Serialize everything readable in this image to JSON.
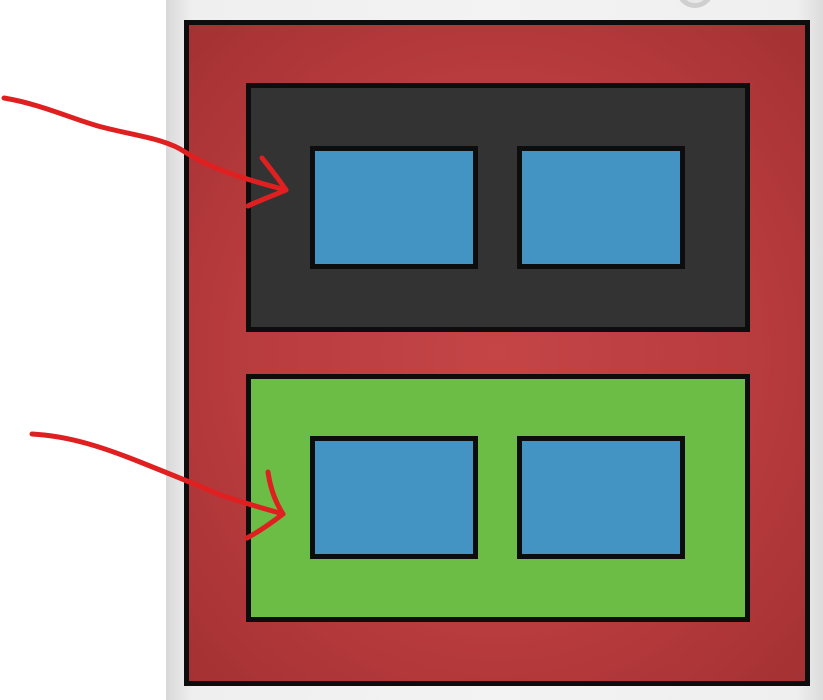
{
  "colors": {
    "outer_panel": "#b83b3d",
    "top_group": "#333333",
    "bottom_group": "#6cbd45",
    "tile": "#4394c2",
    "border": "#0d0d0d",
    "annotation_arrow": "#e02020"
  },
  "diagram": {
    "groups": [
      {
        "id": "top-group",
        "fill": "dark-gray",
        "tile_count": 2,
        "annotated": true
      },
      {
        "id": "bottom-group",
        "fill": "green",
        "tile_count": 2,
        "annotated": true
      }
    ],
    "annotations": [
      {
        "type": "hand-drawn-arrow",
        "target": "top-group"
      },
      {
        "type": "hand-drawn-arrow",
        "target": "bottom-group"
      }
    ]
  }
}
